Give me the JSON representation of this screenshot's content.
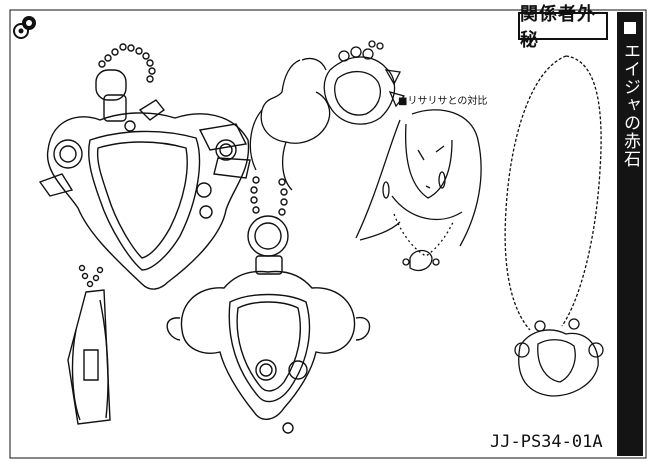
{
  "sheet": {
    "stamp_label": "関係者外秘",
    "sidebar_title": "エイジャの赤石",
    "note_label": "■リサリサとの対比",
    "code": "JJ-PS34-01A"
  },
  "colors": {
    "ink": "#111111",
    "paper": "#ffffff",
    "sidebar": "#141414"
  },
  "icons": [
    "pencil-pattern-icon"
  ]
}
